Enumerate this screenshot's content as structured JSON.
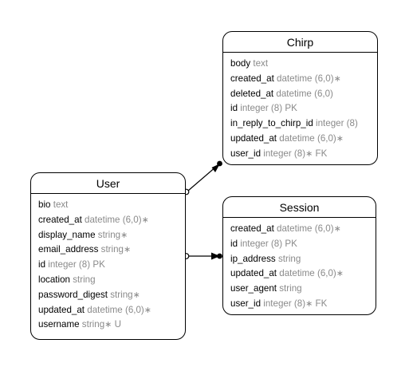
{
  "entities": [
    {
      "id": "user",
      "name": "User",
      "attributes": [
        {
          "name": "bio",
          "type": "text",
          "req": false,
          "key": ""
        },
        {
          "name": "created_at",
          "type": "datetime (6,0)",
          "req": true,
          "key": ""
        },
        {
          "name": "display_name",
          "type": "string",
          "req": true,
          "key": ""
        },
        {
          "name": "email_address",
          "type": "string",
          "req": true,
          "key": ""
        },
        {
          "name": "id",
          "type": "integer (8)",
          "req": false,
          "key": "PK"
        },
        {
          "name": "location",
          "type": "string",
          "req": false,
          "key": ""
        },
        {
          "name": "password_digest",
          "type": "string",
          "req": true,
          "key": ""
        },
        {
          "name": "updated_at",
          "type": "datetime (6,0)",
          "req": true,
          "key": ""
        },
        {
          "name": "username",
          "type": "string",
          "req": true,
          "key": "U"
        }
      ]
    },
    {
      "id": "chirp",
      "name": "Chirp",
      "attributes": [
        {
          "name": "body",
          "type": "text",
          "req": false,
          "key": ""
        },
        {
          "name": "created_at",
          "type": "datetime (6,0)",
          "req": true,
          "key": ""
        },
        {
          "name": "deleted_at",
          "type": "datetime (6,0)",
          "req": false,
          "key": ""
        },
        {
          "name": "id",
          "type": "integer (8)",
          "req": false,
          "key": "PK"
        },
        {
          "name": "in_reply_to_chirp_id",
          "type": "integer (8)",
          "req": false,
          "key": ""
        },
        {
          "name": "updated_at",
          "type": "datetime (6,0)",
          "req": true,
          "key": ""
        },
        {
          "name": "user_id",
          "type": "integer (8)",
          "req": true,
          "key": "FK"
        }
      ]
    },
    {
      "id": "session",
      "name": "Session",
      "attributes": [
        {
          "name": "created_at",
          "type": "datetime (6,0)",
          "req": true,
          "key": ""
        },
        {
          "name": "id",
          "type": "integer (8)",
          "req": false,
          "key": "PK"
        },
        {
          "name": "ip_address",
          "type": "string",
          "req": false,
          "key": ""
        },
        {
          "name": "updated_at",
          "type": "datetime (6,0)",
          "req": true,
          "key": ""
        },
        {
          "name": "user_agent",
          "type": "string",
          "req": false,
          "key": ""
        },
        {
          "name": "user_id",
          "type": "integer (8)",
          "req": true,
          "key": "FK"
        }
      ]
    }
  ],
  "relationships": [
    {
      "from": "User",
      "to": "Chirp",
      "from_cardinality": "optional",
      "to_cardinality": "many"
    },
    {
      "from": "User",
      "to": "Session",
      "from_cardinality": "optional",
      "to_cardinality": "many"
    }
  ],
  "colors": {
    "line": "#000000",
    "type_text": "#8a8a8a",
    "name_text": "#000000"
  }
}
